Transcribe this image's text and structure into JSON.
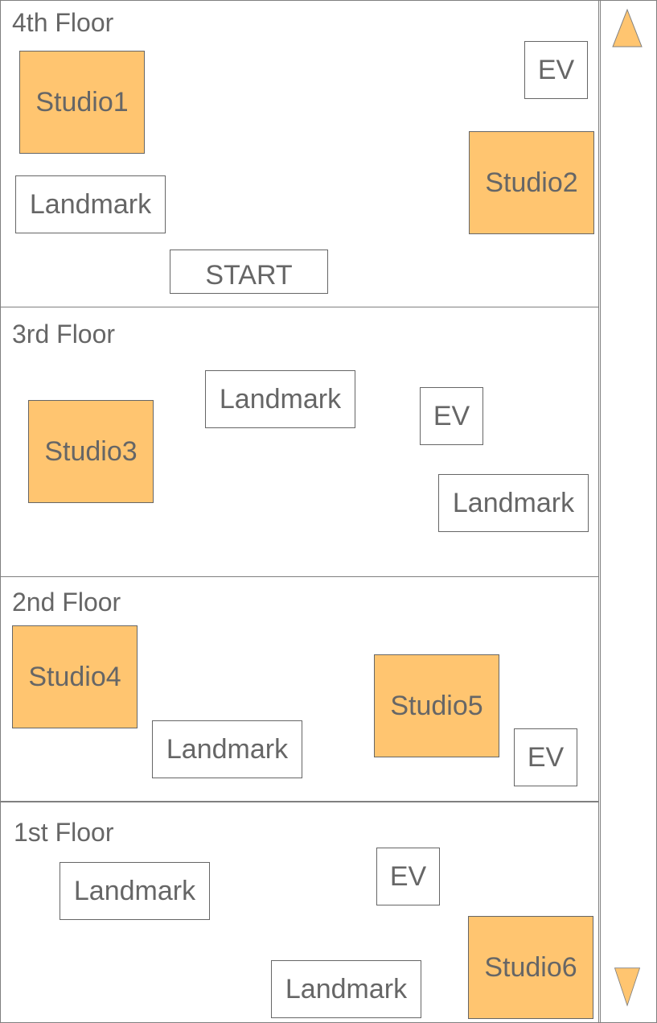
{
  "floors": {
    "f4": {
      "title": "4th Floor",
      "studio1": "Studio1",
      "ev": "EV",
      "studio2": "Studio2",
      "landmark1": "Landmark",
      "start": "START"
    },
    "f3": {
      "title": "3rd Floor",
      "landmark1": "Landmark",
      "ev": "EV",
      "studio3": "Studio3",
      "landmark2": "Landmark"
    },
    "f2": {
      "title": "2nd Floor",
      "studio4": "Studio4",
      "studio5": "Studio5",
      "landmark1": "Landmark",
      "ev": "EV"
    },
    "f1": {
      "title": "1st Floor",
      "ev": "EV",
      "landmark1": "Landmark",
      "landmark2": "Landmark",
      "studio6": "Studio6"
    }
  },
  "colors": {
    "studio": "#FFC570",
    "border": "#808080",
    "text": "#666666"
  },
  "icons": {
    "up": "triangle-up-icon",
    "down": "triangle-down-icon"
  }
}
